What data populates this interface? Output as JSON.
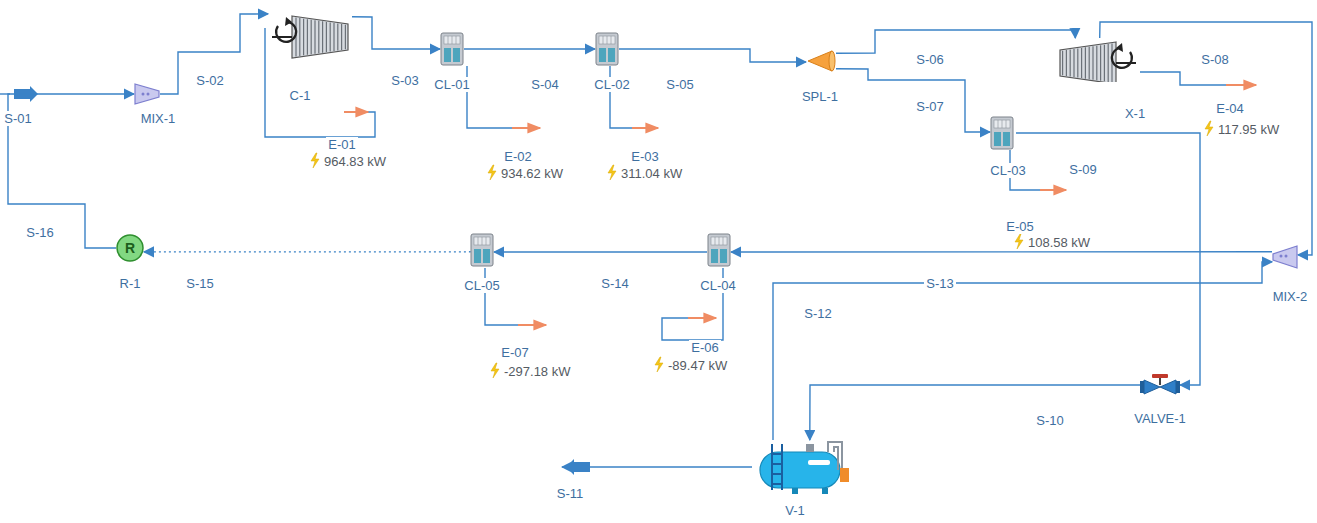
{
  "diagram": {
    "nodes": [
      {
        "text": [
          "MIX-1"
        ]
      },
      {
        "text": [
          "C-1"
        ]
      },
      {
        "text": [
          "CL-01"
        ]
      },
      {
        "text": [
          "CL-02"
        ]
      },
      {
        "text": [
          "SPL-1"
        ]
      },
      {
        "text": [
          "X-1"
        ]
      },
      {
        "text": [
          "CL-03"
        ]
      },
      {
        "text": [
          "MIX-2"
        ]
      },
      {
        "text": [
          "R",
          "R-1"
        ]
      },
      {
        "text": [
          "CL-05"
        ]
      },
      {
        "text": [
          "CL-04"
        ]
      },
      {
        "text": [
          "VALVE-1"
        ]
      },
      {
        "text": [
          "V-1"
        ]
      }
    ],
    "edges": [
      {
        "from": 0,
        "to": 1,
        "arrow": "to",
        "label": "S-02"
      },
      {
        "from": 1,
        "to": 2,
        "arrow": "to",
        "label": "S-03"
      },
      {
        "from": 2,
        "to": 3,
        "arrow": "to",
        "label": "S-04"
      },
      {
        "from": 3,
        "to": 4,
        "arrow": "to",
        "label": "S-05"
      },
      {
        "from": 4,
        "to": 5,
        "arrow": "to",
        "label": "S-06"
      },
      {
        "from": 4,
        "to": 6,
        "arrow": "to",
        "label": "S-07"
      },
      {
        "from": 5,
        "to": 7,
        "arrow": "to",
        "label": "S-08"
      },
      {
        "from": 6,
        "to": 11,
        "arrow": "to",
        "label": "S-09"
      },
      {
        "from": 11,
        "to": 12,
        "arrow": "to",
        "label": "S-10"
      },
      {
        "from": 12,
        "to": 7,
        "arrow": "to",
        "label": "S-12"
      },
      {
        "from": 7,
        "to": 10,
        "arrow": "to",
        "label": "S-13"
      },
      {
        "from": 10,
        "to": 9,
        "arrow": "to",
        "label": "S-14"
      },
      {
        "from": 9,
        "to": 8,
        "arrow": "to",
        "label": "S-15"
      },
      {
        "from": 8,
        "to": 0,
        "arrow": "to",
        "label": "S-16"
      }
    ],
    "labels": [
      "S-01",
      "E-01",
      "964.83 kW",
      "E-02",
      "934.62 kW",
      "E-03",
      "311.04 kW",
      "E-04",
      "117.95 kW",
      "E-05",
      "108.58 kW",
      "E-06",
      "-89.47 kW",
      "E-07",
      "-297.18 kW",
      "S-11"
    ]
  }
}
